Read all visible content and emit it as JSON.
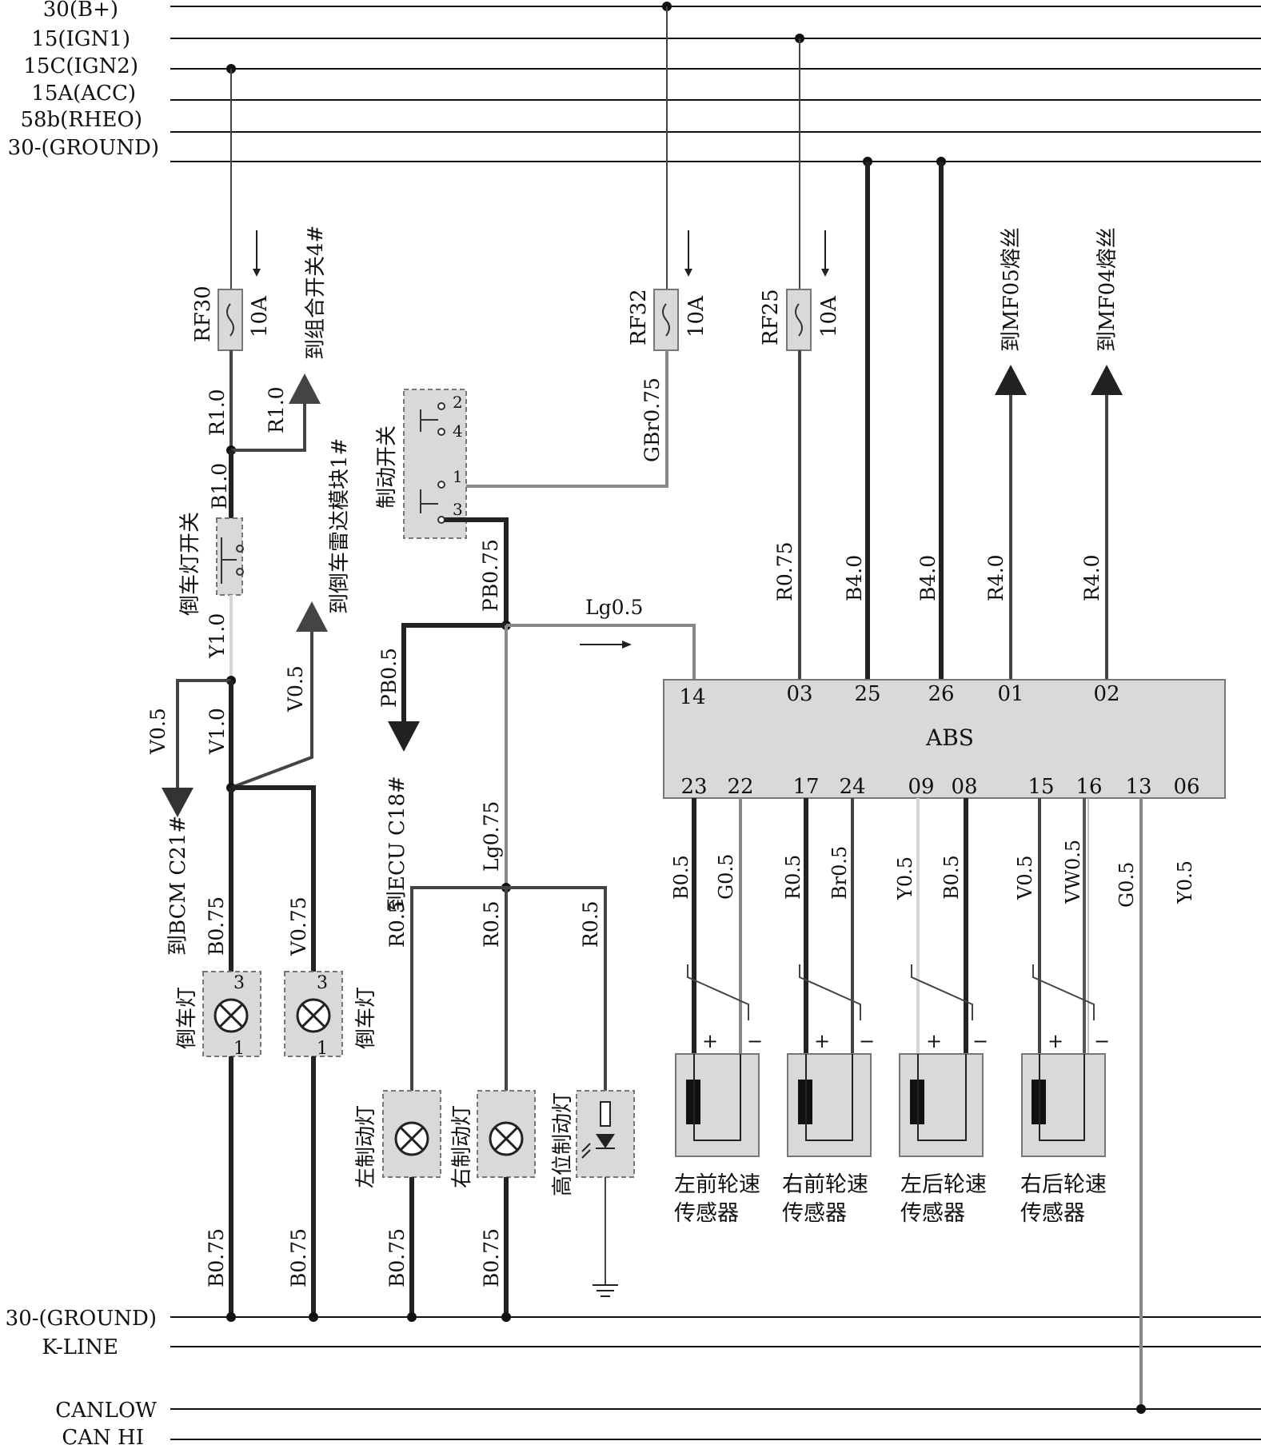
{
  "buses_top": [
    "30(B+)",
    "15(IGN1)",
    "15C(IGN2)",
    "15A(ACC)",
    "58b(RHEO)",
    "30-(GROUND)"
  ],
  "buses_bottom": [
    "30-(GROUND)",
    "K-LINE",
    "CANLOW",
    "CAN HI"
  ],
  "fuses": [
    {
      "name": "RF30",
      "rating": "10A"
    },
    {
      "name": "RF32",
      "rating": "10A"
    },
    {
      "name": "RF25",
      "rating": "10A"
    }
  ],
  "wires": {
    "r10_a": "R1.0",
    "r10_b": "R1.0",
    "b10": "B1.0",
    "y10": "Y1.0",
    "v05_a": "V0.5",
    "v10": "V1.0",
    "v05_b": "V0.5",
    "b075_lamp": "B0.75",
    "v075_lamp": "V0.75",
    "gbr075": "GBr0.75",
    "pb075": "PB0.75",
    "pb05": "PB0.5",
    "lg05": "Lg0.5",
    "lg075": "Lg0.75",
    "r05_a": "R0.5",
    "r05_b": "R0.5",
    "r05_c": "R0.5",
    "r075": "R0.75",
    "b40_a": "B4.0",
    "b40_b": "B4.0",
    "r40_a": "R4.0",
    "r40_b": "R4.0",
    "b075_g1": "B0.75",
    "b075_g2": "B0.75",
    "b075_g3": "B0.75",
    "b075_g4": "B0.75",
    "abs_b05": "B0.5",
    "abs_g05": "G0.5",
    "abs_r05": "R0.5",
    "abs_br05": "Br0.5",
    "abs_y05": "Y0.5",
    "abs_b05b": "B0.5",
    "abs_v05": "V0.5",
    "abs_vw05": "VW0.5",
    "abs_g05b": "G0.5",
    "abs_y05b": "Y0.5"
  },
  "labels": {
    "to_combo_switch": "到组合开关4#",
    "to_radar_module": "到倒车雷达模块1#",
    "to_bcm": "到BCM C21#",
    "to_ecu": "到ECU C18#",
    "to_mf05": "到MF05熔丝",
    "to_mf04": "到MF04熔丝",
    "reverse_switch": "倒车灯开关",
    "brake_switch": "制动开关",
    "reverse_lamp_l": "倒车灯",
    "reverse_lamp_r": "倒车灯",
    "left_brake_lamp": "左制动灯",
    "right_brake_lamp": "右制动灯",
    "high_brake_lamp": "高位制动灯",
    "lamp_pin3_a": "3",
    "lamp_pin3_b": "3",
    "lamp_pin1_a": "1",
    "lamp_pin1_b": "1",
    "sw_pin2": "2",
    "sw_pin4": "4",
    "sw_pin1": "1",
    "sw_pin3": "3",
    "plus": "+",
    "minus": "−"
  },
  "abs": {
    "title": "ABS",
    "top_pins": [
      "14",
      "03",
      "25",
      "26",
      "01",
      "02"
    ],
    "bottom_pins": [
      "23",
      "22",
      "17",
      "24",
      "09",
      "08",
      "15",
      "16",
      "13",
      "06"
    ]
  },
  "sensors": [
    {
      "line1": "左前轮速",
      "line2": "传感器"
    },
    {
      "line1": "右前轮速",
      "line2": "传感器"
    },
    {
      "line1": "左后轮速",
      "line2": "传感器"
    },
    {
      "line1": "右后轮速",
      "line2": "传感器"
    }
  ]
}
